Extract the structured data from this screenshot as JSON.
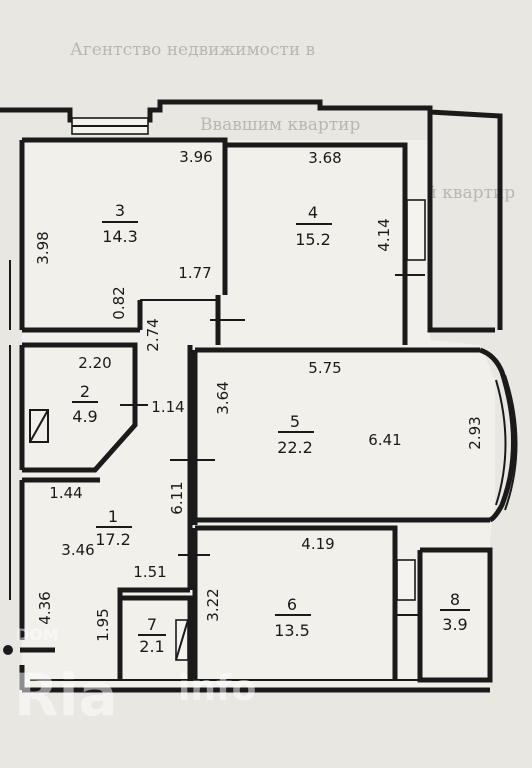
{
  "background_lines": [
    "Агентство недвижимости в",
    "Ввавшим квартир",
    "Предпосле дисковой квартир"
  ],
  "rooms": [
    {
      "id": "1",
      "number": "1",
      "area": "17.2"
    },
    {
      "id": "2",
      "number": "2",
      "area": "4.9"
    },
    {
      "id": "3",
      "number": "3",
      "area": "14.3"
    },
    {
      "id": "4",
      "number": "4",
      "area": "15.2"
    },
    {
      "id": "5",
      "number": "5",
      "area": "22.2"
    },
    {
      "id": "6",
      "number": "6",
      "area": "13.5"
    },
    {
      "id": "7",
      "number": "7",
      "area": "2.1"
    },
    {
      "id": "8",
      "number": "8",
      "area": "3.9"
    }
  ],
  "dimensions": {
    "d396": "3.96",
    "d398": "3.98",
    "d082": "0.82",
    "d177": "1.77",
    "d274": "2.74",
    "d368": "3.68",
    "d414": "4.14",
    "d220": "2.20",
    "d114": "1.14",
    "d364": "3.64",
    "d575": "5.75",
    "d641": "6.41",
    "d293": "2.93",
    "d144": "1.44",
    "d611": "6.11",
    "d346": "3.46",
    "d151": "1.51",
    "d436": "4.36",
    "d195": "1.95",
    "d322": "3.22",
    "d419": "4.19"
  },
  "watermark": {
    "top": "DOM",
    "main": "Ria",
    "small": "info"
  }
}
